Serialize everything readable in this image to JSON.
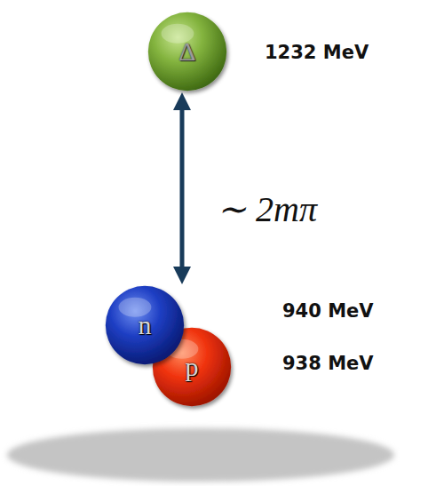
{
  "diagram": {
    "nodes": [
      {
        "text": [
          "Δ"
        ]
      },
      {
        "text": [
          "n"
        ]
      },
      {
        "text": [
          "p"
        ]
      }
    ],
    "edges": [
      {
        "from": 0,
        "to": 1,
        "arrow": "both",
        "label": "∼ 2mπ"
      }
    ],
    "labels": [
      "1232 MeV",
      "940 MeV",
      "938 MeV"
    ]
  }
}
